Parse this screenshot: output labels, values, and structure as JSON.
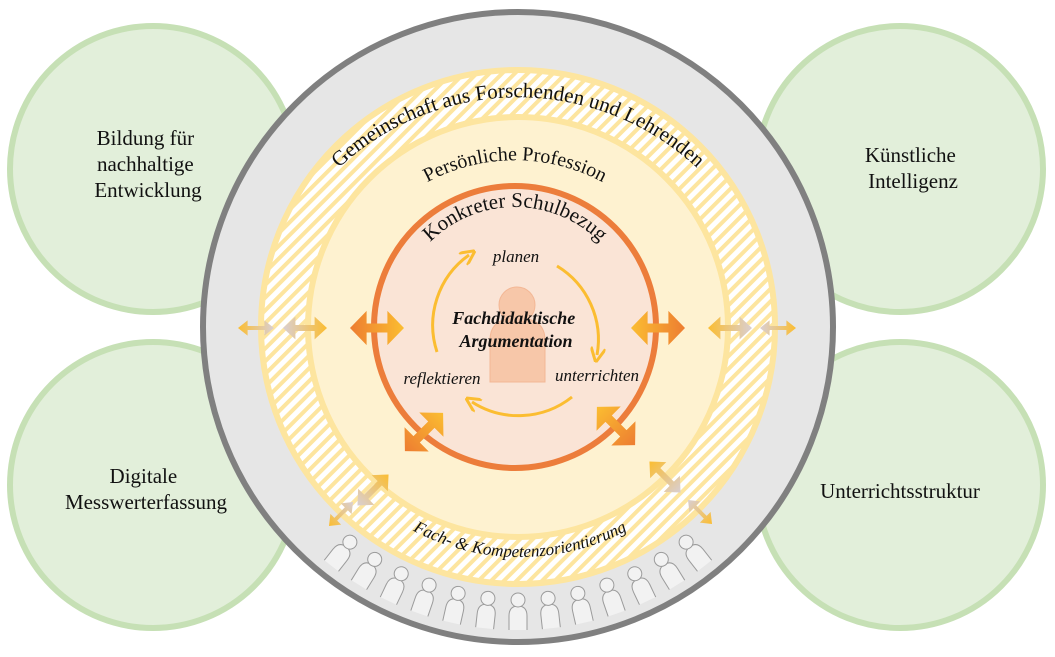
{
  "diagram": {
    "colors": {
      "green_fill": "#e2efda",
      "green_stroke": "#c6e0b5",
      "gray_fill": "#e6e6e6",
      "gray_stroke": "#808080",
      "yellow_ring": "#fde59f",
      "yellow_fill": "#fef2d0",
      "orange_stroke": "#ec7d3b",
      "orange_fill": "#fae4d6",
      "arrow_gold": "#fbbd31",
      "arrow_orange": "#ed7d31",
      "arrow_muted": "#dccdcd",
      "person_fill": "#f7c7a8",
      "people_fill": "#f2f2f2",
      "people_stroke": "#9b9b9b"
    },
    "topics": [
      {
        "lines": [
          "Bildung für",
          "nachhaltige",
          "Entwicklung"
        ],
        "position": "top-left"
      },
      {
        "lines": [
          "Digitale",
          "Messwerterfassung"
        ],
        "position": "bottom-left"
      },
      {
        "lines": [
          "Künstliche",
          "Intelligenz"
        ],
        "position": "top-right"
      },
      {
        "lines": [
          "Unterrichtsstruktur"
        ],
        "position": "bottom-right"
      }
    ],
    "rings": {
      "outer": "Gemeinschaft aus Forschenden und Lehrenden",
      "middle": "Persönliche Profession",
      "hatched": "Fach- & Kompetenzorientierung",
      "inner": "Konkreter Schulbezug"
    },
    "cycle": {
      "steps": [
        "planen",
        "unterrichten",
        "reflektieren"
      ]
    },
    "center": {
      "lines": [
        "Fachdidaktische",
        "Argumentation"
      ]
    },
    "community_people_count": 13
  }
}
